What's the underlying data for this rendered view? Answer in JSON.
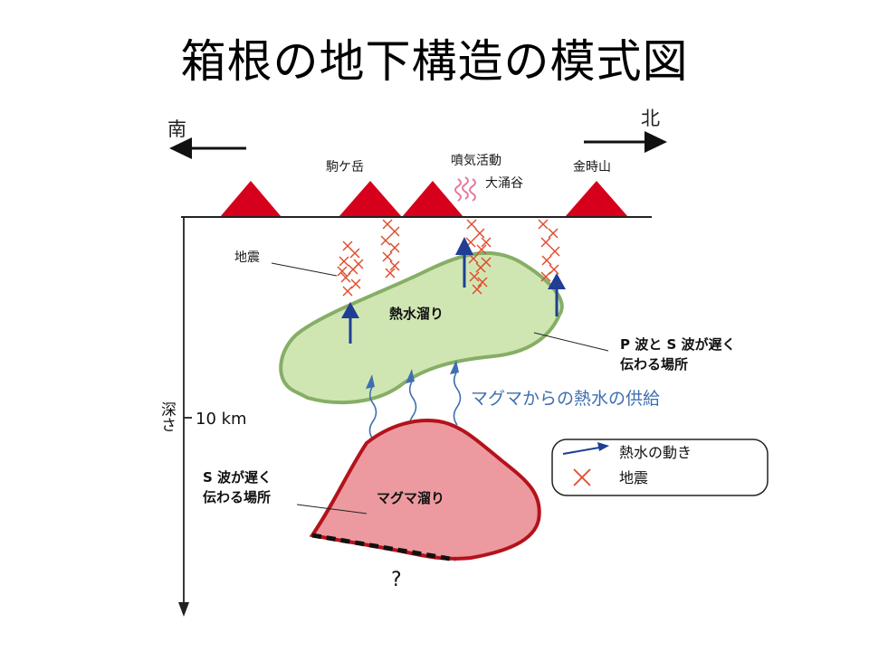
{
  "title": "箱根の地下構造の模式図",
  "directions": {
    "south": "南",
    "north": "北"
  },
  "surface_labels": {
    "komagatake": "駒ケ岳",
    "fumarole": "噴気活動",
    "owakudani": "大涌谷",
    "kintokizan": "金時山"
  },
  "labels": {
    "earthquake": "地震",
    "hot_water_reservoir": "熱水溜り",
    "p_and_s_slow_line1": "P 波と S 波が遅く",
    "p_and_s_slow_line2": "伝わる場所",
    "supply": "マグマからの熱水の供給",
    "depth_axis": "深さ",
    "depth_tick": "10 km",
    "s_slow_line1": "S 波が遅く",
    "s_slow_line2": "伝わる場所",
    "magma_reservoir": "マグマ溜り",
    "unknown": "?"
  },
  "legend": {
    "hot_water_motion": "熱水の動き",
    "earthquake": "地震"
  },
  "colors": {
    "volcano": "#d7001c",
    "earthquake_marker": "#e04a2a",
    "arrow": "#1f3e94",
    "hot_water_fill": "#cfe6b3",
    "hot_water_stroke": "#86ae66",
    "magma_fill": "#ec9aa0",
    "magma_stroke": "#b5121b",
    "supply_text": "#3f6fb0",
    "fumarole": "#e67aa4"
  }
}
